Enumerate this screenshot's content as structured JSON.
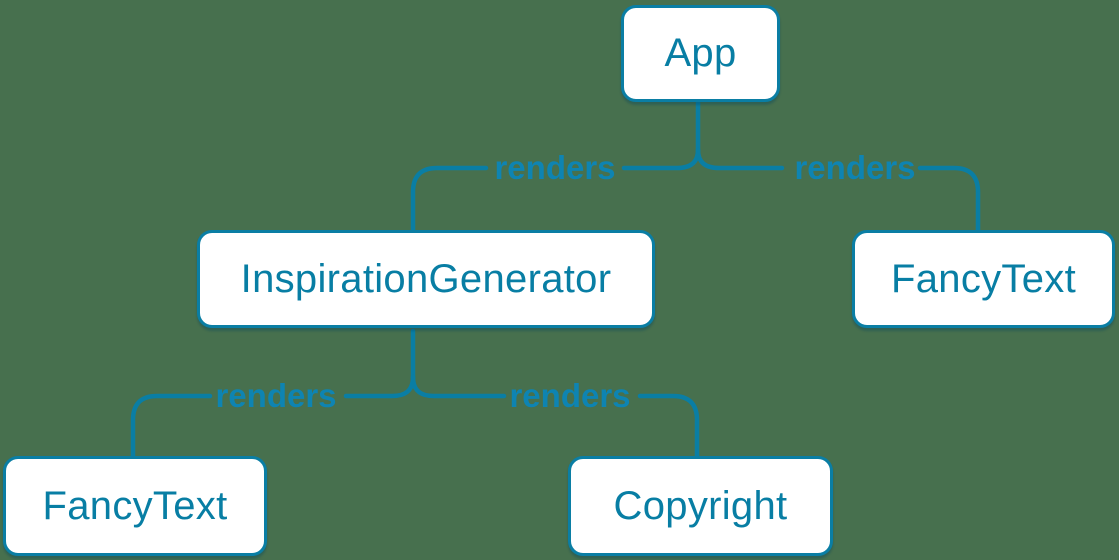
{
  "diagram": {
    "type": "component-render-tree",
    "colors": {
      "background": "#47704E",
      "accent_blue": "#0A7EA4",
      "node_fill": "#FFFFFF",
      "node_text": "#087EA4",
      "edge_label_text": "#0E84B2"
    },
    "nodes": {
      "app": {
        "label": "App"
      },
      "inspiration_generator": {
        "label": "InspirationGenerator"
      },
      "fancy_text_right": {
        "label": "FancyText"
      },
      "fancy_text_left": {
        "label": "FancyText"
      },
      "copyright": {
        "label": "Copyright"
      }
    },
    "edges": {
      "app_to_inspiration_generator": {
        "label": "renders"
      },
      "app_to_fancy_text": {
        "label": "renders"
      },
      "inspiration_to_fancy_text": {
        "label": "renders"
      },
      "inspiration_to_copyright": {
        "label": "renders"
      }
    }
  }
}
